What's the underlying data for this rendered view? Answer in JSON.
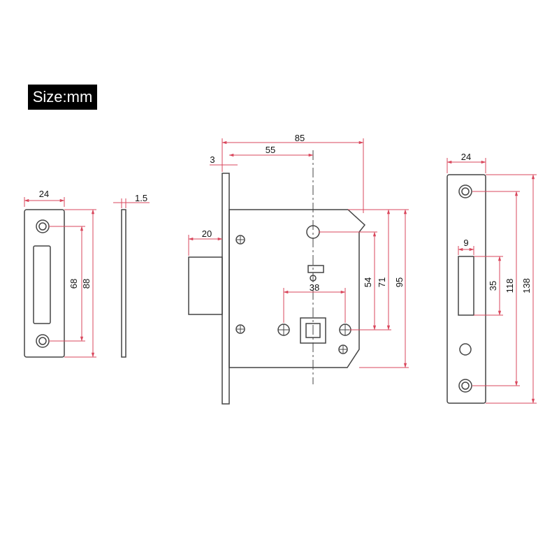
{
  "size_label": "Size:mm",
  "colors": {
    "outline": "#444444",
    "dimension": "#d9475c",
    "text": "#111111"
  },
  "strike_plate": {
    "width": "24",
    "hole_spacing": "68",
    "height": "88"
  },
  "plate_side": {
    "thickness": "1.5"
  },
  "lock_body": {
    "total_depth": "85",
    "backset": "55",
    "faceplate": "3",
    "bolt_projection": "20",
    "hole_spacing": "38",
    "dim_54": "54",
    "dim_71": "71",
    "case_height": "95"
  },
  "forend": {
    "width": "24",
    "slot_width": "9",
    "slot_height": "35",
    "hole_spacing": "118",
    "height": "138"
  }
}
